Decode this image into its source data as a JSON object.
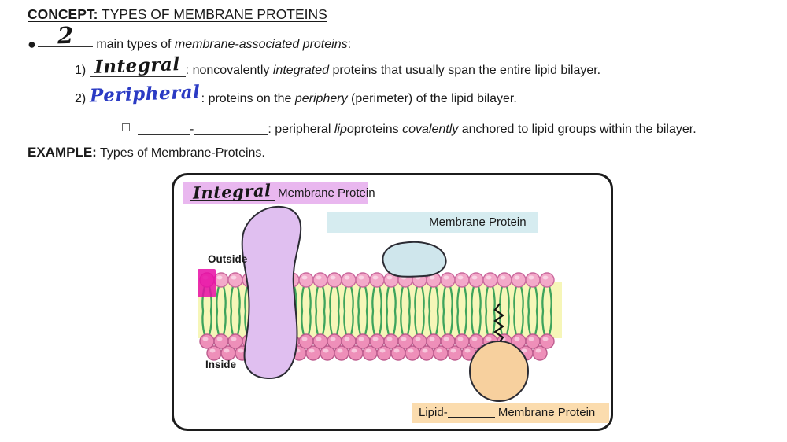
{
  "page": {
    "title_label": "CONCEPT:",
    "title_text": " TYPES OF MEMBRANE PROTEINS"
  },
  "notes": {
    "bullet": {
      "handwritten_value": "2",
      "pre": " main types of ",
      "italic": "membrane-associated proteins",
      "post": ":"
    },
    "item1": {
      "number": "1) ",
      "handwritten_value": "Integral",
      "pre": ": noncovalently ",
      "italic": "integrated",
      "post": " proteins that usually span the entire lipid bilayer."
    },
    "item2": {
      "number": "2) ",
      "handwritten_value": "Peripheral",
      "pre": ": proteins on the ",
      "italic": "periphery",
      "post": " (perimeter) of the lipid bilayer."
    },
    "subitem": {
      "pre": ": peripheral ",
      "italic1": "lipo",
      "mid": "proteins ",
      "italic2": "covalently",
      "post": " anchored to lipid groups within the bilayer."
    },
    "example_label": "EXAMPLE:",
    "example_text": " Types of Membrane-Proteins."
  },
  "diagram": {
    "labels": {
      "integral": {
        "handwritten": "Integral",
        "text": " Membrane Protein"
      },
      "peripheral": {
        "text": " Membrane Protein"
      },
      "lipid": {
        "prefix": "Lipid-",
        "text": " Membrane Protein"
      },
      "outside": "Outside",
      "inside": "Inside"
    },
    "colors": {
      "head_top": "#f3a9c9",
      "head_top_edge": "#c9679c",
      "head_bottom": "#ee8fb9",
      "head_bottom_edge": "#bd5c8e",
      "tail": "#3ea45c",
      "band": "#f6f6b8",
      "magenta_highlight": "#e80da6",
      "integral_protein": "#e0bff0",
      "peripheral_protein": "#cfe6ec",
      "anchored_protein": "#f7d09e",
      "outline": "#2b2b33",
      "label_integral_bg": "#e9b7ef",
      "label_peripheral_bg": "#d6ecf0",
      "label_lipid_bg": "#fbdcae",
      "handwriting_blue": "#2b3bc4",
      "handwriting_black": "#161616"
    }
  }
}
